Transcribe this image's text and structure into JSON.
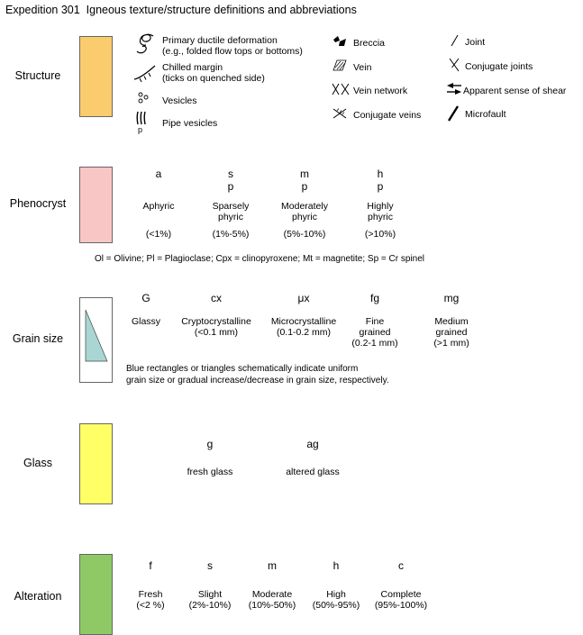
{
  "title": "Expedition 301  Igneous texture/structure definitions and abbreviations",
  "structure": {
    "label": "Structure",
    "swatch_color": "#FACC6E",
    "col1": [
      {
        "icon": "primary-ductile-deformation",
        "line1": "Primary ductile deformation",
        "line2": "(e.g., folded flow tops or bottoms)"
      },
      {
        "icon": "chilled-margin",
        "line1": "Chilled margin",
        "line2": "(ticks on quenched side)"
      },
      {
        "icon": "vesicles",
        "line1": "Vesicles",
        "line2": ""
      },
      {
        "icon": "pipe-vesicles",
        "line1": "Pipe vesicles",
        "line2": "",
        "sub": "p"
      }
    ],
    "col2": [
      {
        "icon": "breccia",
        "label": "Breccia"
      },
      {
        "icon": "vein",
        "label": "Vein"
      },
      {
        "icon": "vein-network",
        "label": "Vein network"
      },
      {
        "icon": "conjugate-veins",
        "label": "Conjugate veins"
      }
    ],
    "col3": [
      {
        "icon": "joint",
        "label": "Joint"
      },
      {
        "icon": "conjugate-joints",
        "label": "Conjugate joints"
      },
      {
        "icon": "apparent-sense-of-shear",
        "label": "Apparent sense of shear"
      },
      {
        "icon": "microfault",
        "label": "Microfault"
      }
    ]
  },
  "phenocryst": {
    "label": "Phenocryst",
    "swatch_color": "#F9C6C6",
    "entries": [
      {
        "abbr": "a",
        "abbr2": "",
        "name": "Aphyric",
        "name2": "",
        "range": "(<1%)"
      },
      {
        "abbr": "s",
        "abbr2": "p",
        "name": "Sparsely",
        "name2": "phyric",
        "range": "(1%-5%)"
      },
      {
        "abbr": "m",
        "abbr2": "p",
        "name": "Moderately",
        "name2": "phyric",
        "range": "(5%-10%)"
      },
      {
        "abbr": "h",
        "abbr2": "p",
        "name": "Highly",
        "name2": "phyric",
        "range": "(>10%)"
      }
    ],
    "note": "Ol = Olivine; Pl = Plagioclase; Cpx = clinopyroxene; Mt = magnetite; Sp = Cr spinel"
  },
  "grain_size": {
    "label": "Grain size",
    "triangle_color": "#A9D6D3",
    "entries": [
      {
        "abbr": "G",
        "line1": "Glassy",
        "line2": "",
        "line3": ""
      },
      {
        "abbr": "cx",
        "line1": "Cryptocrystalline",
        "line2": "(<0.1 mm)",
        "line3": ""
      },
      {
        "abbr": "μx",
        "line1": "Microcrystalline",
        "line2": "(0.1-0.2 mm)",
        "line3": ""
      },
      {
        "abbr": "fg",
        "line1": "Fine",
        "line2": "grained",
        "line3": "(0.2-1 mm)"
      },
      {
        "abbr": "mg",
        "line1": "Medium",
        "line2": "grained",
        "line3": "(>1 mm)"
      }
    ],
    "note_line1": "Blue rectangles or triangles schematically indicate uniform",
    "note_line2": "grain size or gradual increase/decrease in grain size, respectively."
  },
  "glass": {
    "label": "Glass",
    "swatch_color": "#FFFF66",
    "entries": [
      {
        "abbr": "g",
        "name": "fresh glass"
      },
      {
        "abbr": "ag",
        "name": "altered glass"
      }
    ]
  },
  "alteration": {
    "label": "Alteration",
    "swatch_color": "#8FC966",
    "entries": [
      {
        "abbr": "f",
        "name": "Fresh",
        "range": "(<2 %)"
      },
      {
        "abbr": "s",
        "name": "Slight",
        "range": "(2%-10%)"
      },
      {
        "abbr": "m",
        "name": "Moderate",
        "range": "(10%-50%)"
      },
      {
        "abbr": "h",
        "name": "High",
        "range": "(50%-95%)"
      },
      {
        "abbr": "c",
        "name": "Complete",
        "range": "(95%-100%)"
      }
    ]
  }
}
